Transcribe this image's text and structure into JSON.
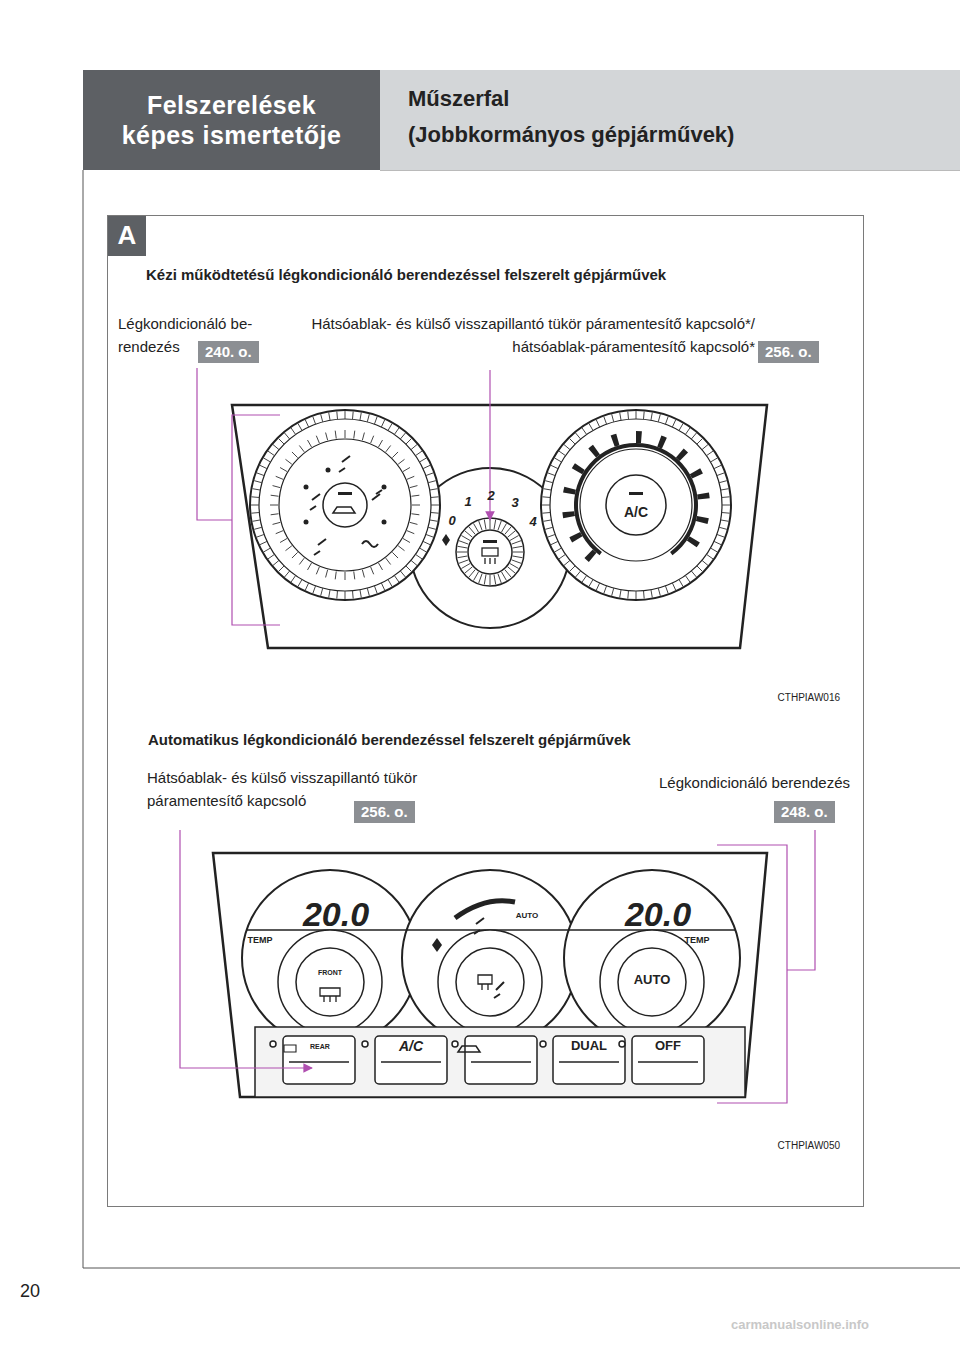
{
  "diagram": {
    "nodes": [
      {
        "text": [
          "Felszerelések képes ismertetője"
        ]
      },
      {
        "text": [
          "Műszerfal",
          "(Jobbkormányos gépjárművek)"
        ]
      },
      {
        "text": [
          "Kézi működtetésű légkondicionáló berendezéssel felszerelt gépjárművek",
          "Automatikus légkondicionáló berendezéssel felszerelt gépjárművek"
        ]
      },
      {
        "text": [
          "A"
        ],
        "in": 2
      },
      {
        "text": [
          "240. o."
        ],
        "in": 2
      },
      {
        "text": [
          "256. o."
        ],
        "in": 2
      },
      {
        "text": [
          "256. o."
        ],
        "in": 2
      },
      {
        "text": [
          "248. o."
        ],
        "in": 2
      }
    ],
    "labels": [
      "Légkondicionáló be- rendezés",
      "Hátsóablak- és külső visszapillantó tükör páramentesítő kapcsoló*/ hátsóablak-páramentesítő kapcsoló*",
      "0",
      "1",
      "2",
      "3",
      "4",
      "A/C",
      "CTHPIAW016",
      "Hátsóablak- és külső visszapillantó tükör páramentesítő kapcsoló",
      "Légkondicionáló berendezés",
      "20.0",
      "TEMP",
      "FRONT",
      "AUTO",
      "20.0",
      "TEMP",
      "AUTO",
      "REAR",
      "A/C",
      "DUAL",
      "OFF",
      "CTHPIAW050",
      "20",
      "carmanualsonline.info"
    ]
  }
}
